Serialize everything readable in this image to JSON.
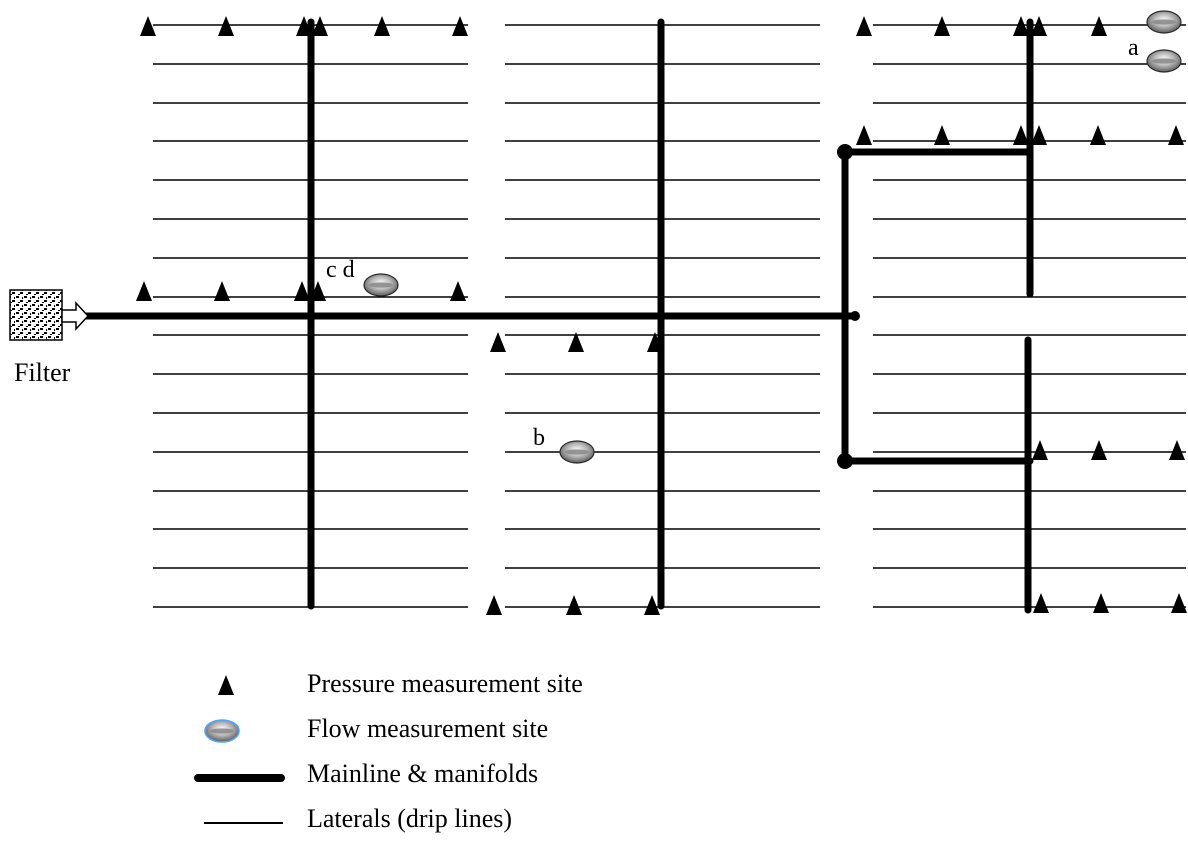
{
  "colors": {
    "line": "#000000",
    "background": "#ffffff",
    "flow_fill": "#8c8c8c",
    "flow_highlight": "#ffffff",
    "flow_edge": "#2a2a2a",
    "legend_flow_outline": "#4da6ff"
  },
  "filter": {
    "label": "Filter",
    "icon": "filter-icon"
  },
  "site_labels": {
    "a": "a",
    "b": "b",
    "cd": "c d"
  },
  "legend": {
    "pressure": {
      "label": "Pressure measurement site",
      "icon": "triangle-icon"
    },
    "flow": {
      "label": "Flow measurement site",
      "icon": "flow-disc-icon"
    },
    "mainline": {
      "label": "Mainline & manifolds",
      "icon": "thick-line-icon"
    },
    "laterals": {
      "label": "Laterals (drip lines)",
      "icon": "thin-line-icon"
    }
  }
}
